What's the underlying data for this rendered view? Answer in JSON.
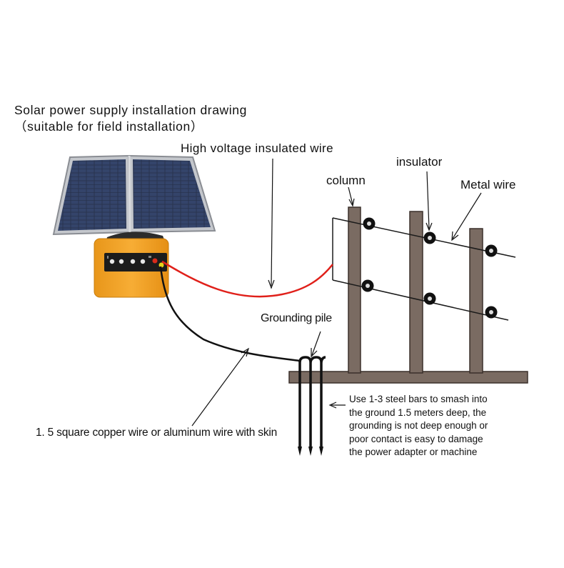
{
  "title": {
    "line1": "Solar power supply installation drawing",
    "line2": "（suitable for field installation）"
  },
  "labels": {
    "high_voltage_wire": "High voltage insulated wire",
    "insulator": "insulator",
    "column": "column",
    "metal_wire": "Metal wire",
    "grounding_pile": "Grounding pile",
    "copper_wire": "1. 5 square copper wire or aluminum wire with skin",
    "grounding_note": [
      "Use 1-3 steel bars to smash into",
      "the ground 1.5 meters deep, the",
      "grounding is not deep enough or",
      "poor contact is easy to damage",
      "the power adapter or machine"
    ]
  },
  "colors": {
    "post": "#7a6b62",
    "post_outline": "#3b302b",
    "energizer_body": "#f5a623",
    "high_voltage_wire": "#e0201a",
    "ground_wire": "#111111",
    "panel_cell": "#2a3550",
    "panel_frame": "#b9bcc2"
  }
}
